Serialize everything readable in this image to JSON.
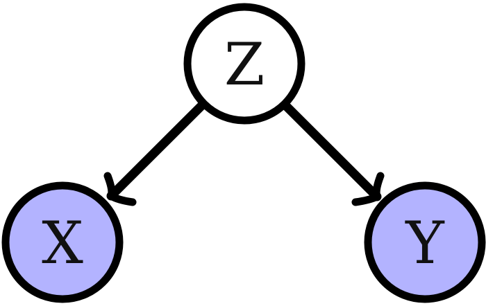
{
  "diagram": {
    "type": "directed-graph",
    "nodes": [
      {
        "id": "Z",
        "label": "Z",
        "fill": "#ffffff",
        "stroke": "#000000"
      },
      {
        "id": "X",
        "label": "X",
        "fill": "#b3b3ff",
        "stroke": "#000000"
      },
      {
        "id": "Y",
        "label": "Y",
        "fill": "#b3b3ff",
        "stroke": "#000000"
      }
    ],
    "edges": [
      {
        "from": "Z",
        "to": "X"
      },
      {
        "from": "Z",
        "to": "Y"
      }
    ]
  }
}
